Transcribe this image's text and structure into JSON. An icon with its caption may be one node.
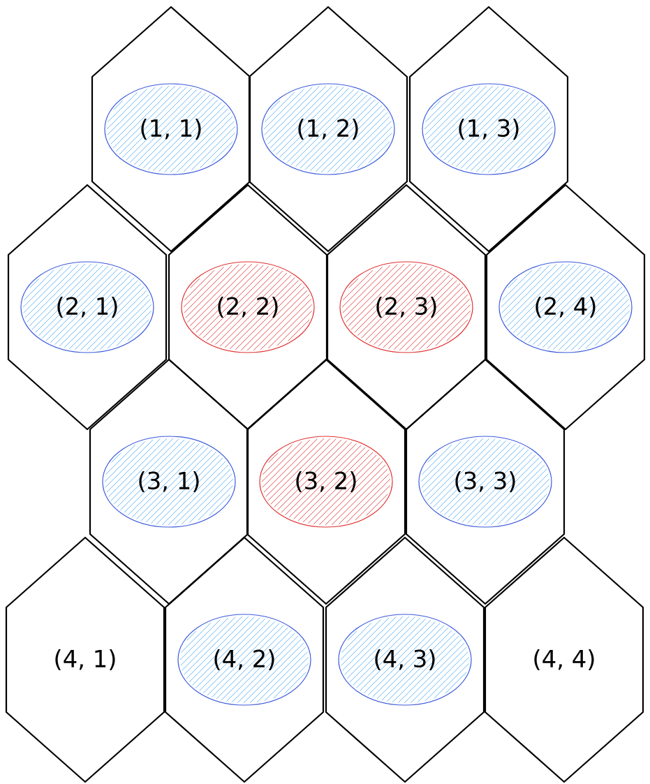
{
  "diagram": {
    "nodes": [
      {
        "text": [],
        "shape": "hexagon"
      },
      {
        "text": [
          "(1, 1)"
        ],
        "in": 0
      },
      {
        "text": [],
        "shape": "hexagon"
      },
      {
        "text": [
          "(1, 2)"
        ],
        "in": 2
      },
      {
        "text": [],
        "shape": "hexagon"
      },
      {
        "text": [
          "(1, 3)"
        ],
        "in": 4
      },
      {
        "text": [],
        "shape": "hexagon"
      },
      {
        "text": [
          "(2, 1)"
        ],
        "in": 6
      },
      {
        "text": [],
        "shape": "hexagon"
      },
      {
        "text": [
          "(2, 2)"
        ],
        "in": 8
      },
      {
        "text": [],
        "shape": "hexagon"
      },
      {
        "text": [
          "(2, 3)"
        ],
        "in": 10
      },
      {
        "text": [],
        "shape": "hexagon"
      },
      {
        "text": [
          "(2, 4)"
        ],
        "in": 12
      },
      {
        "text": [],
        "shape": "hexagon"
      },
      {
        "text": [
          "(3, 1)"
        ],
        "in": 14
      },
      {
        "text": [],
        "shape": "hexagon"
      },
      {
        "text": [
          "(3, 2)"
        ],
        "in": 16
      },
      {
        "text": [],
        "shape": "hexagon"
      },
      {
        "text": [
          "(3, 3)"
        ],
        "in": 18
      },
      {
        "text": [
          "(4, 1)"
        ]
      },
      {
        "text": [],
        "shape": "hexagon"
      },
      {
        "text": [
          "(4, 2)"
        ],
        "in": 21
      },
      {
        "text": [],
        "shape": "hexagon"
      },
      {
        "text": [
          "(4, 3)"
        ],
        "in": 23
      },
      {
        "text": [
          "(4, 4)"
        ]
      }
    ],
    "edges": []
  }
}
